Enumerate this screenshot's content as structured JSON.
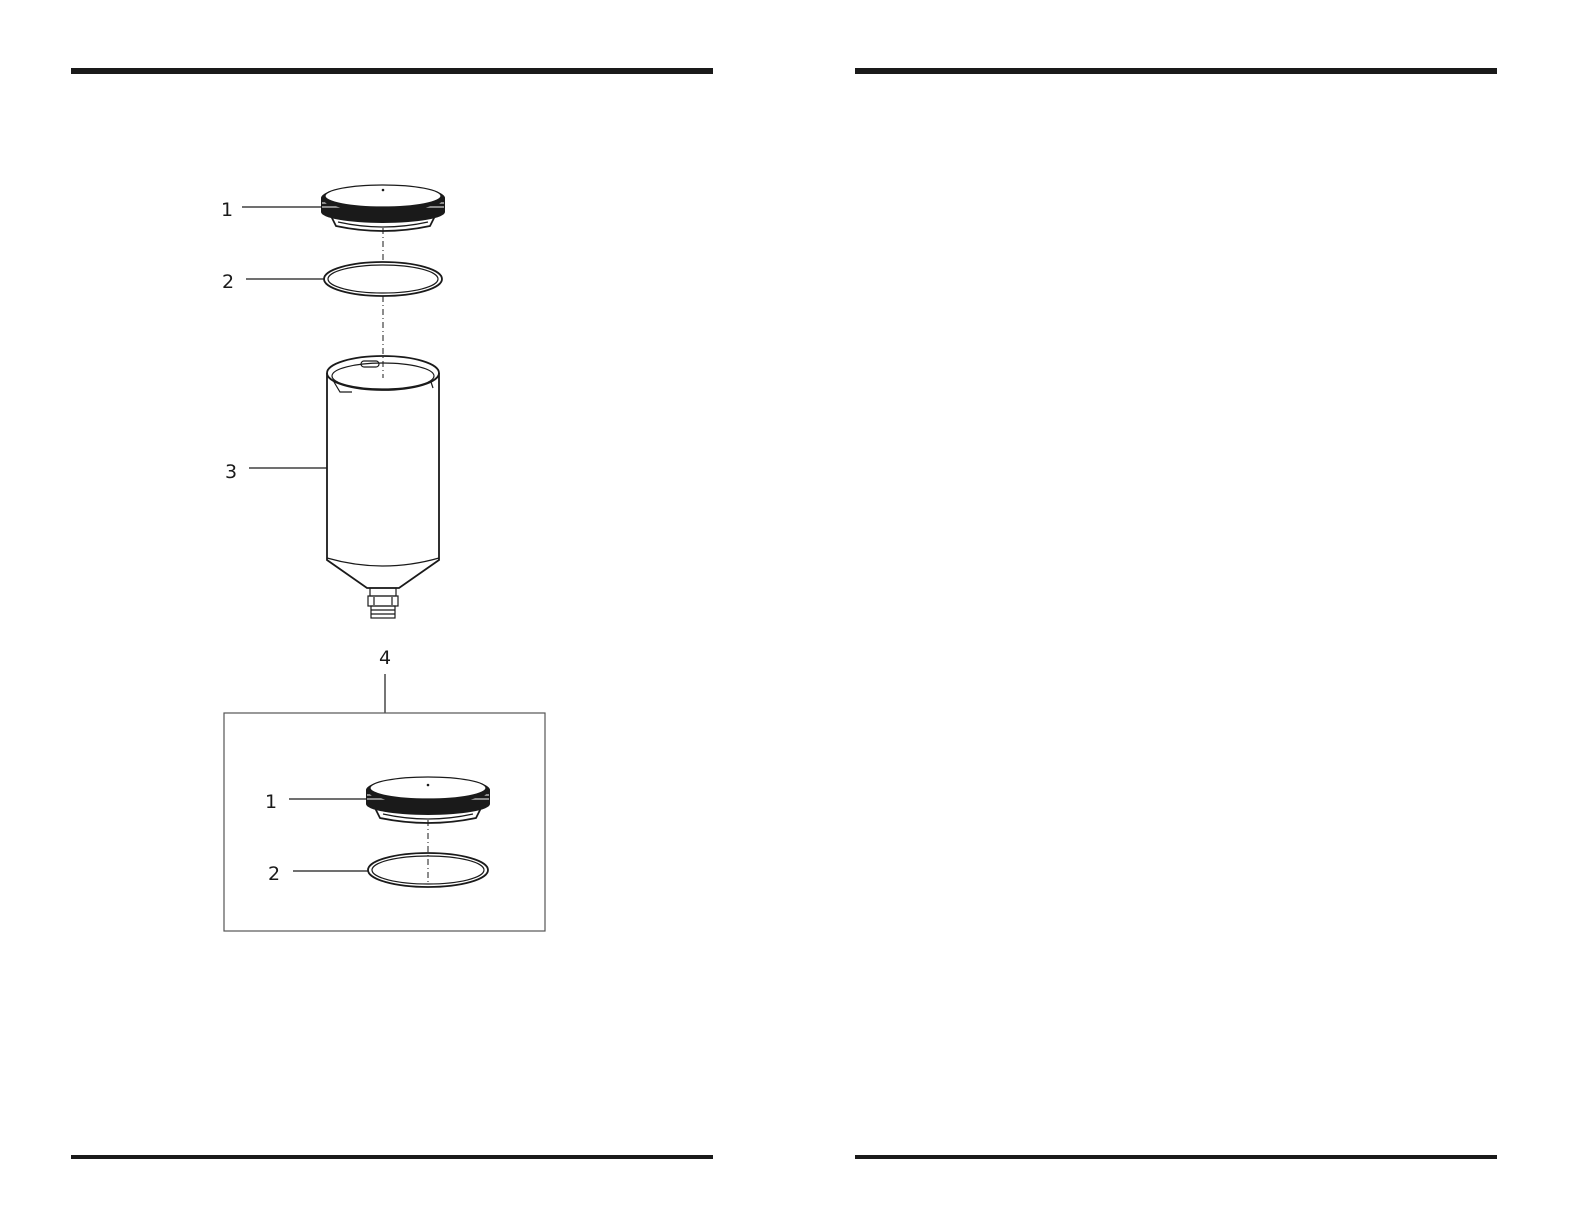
{
  "diagram": {
    "callouts": {
      "lid": "1",
      "seal": "2",
      "cup": "3",
      "kit": "4",
      "kit_lid": "1",
      "kit_seal": "2"
    }
  },
  "colors": {
    "rule": "#1a1a1a",
    "line": "#1a1a1a",
    "background": "#ffffff"
  }
}
